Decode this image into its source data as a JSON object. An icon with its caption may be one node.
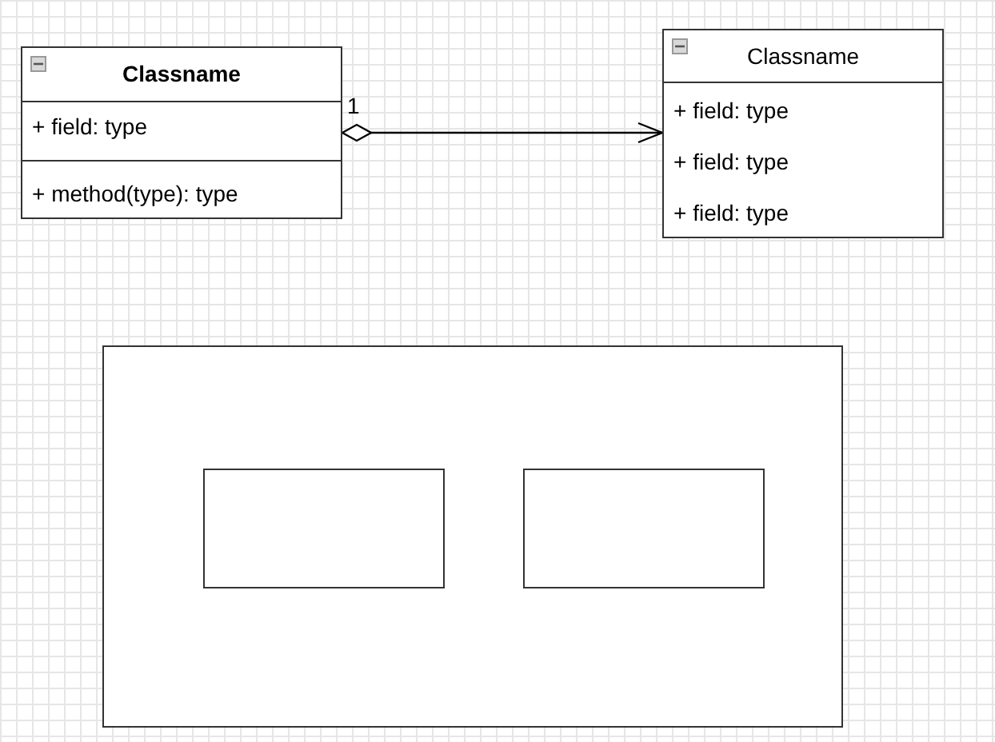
{
  "diagram": {
    "nodes": [
      {
        "text": [
          "Classname",
          "+ field: type",
          "+ method(type): type"
        ]
      },
      {
        "text": [
          "Classname",
          "+ field: type",
          "+ field: type",
          "+ field: type"
        ]
      },
      {
        "text": [],
        "shape": "box"
      },
      {
        "text": [],
        "shape": "box",
        "in": 2
      },
      {
        "text": [],
        "shape": "box",
        "in": 2
      }
    ],
    "edges": [
      {
        "from": 0,
        "to": 1,
        "arrow": "to",
        "label": "1"
      }
    ]
  }
}
